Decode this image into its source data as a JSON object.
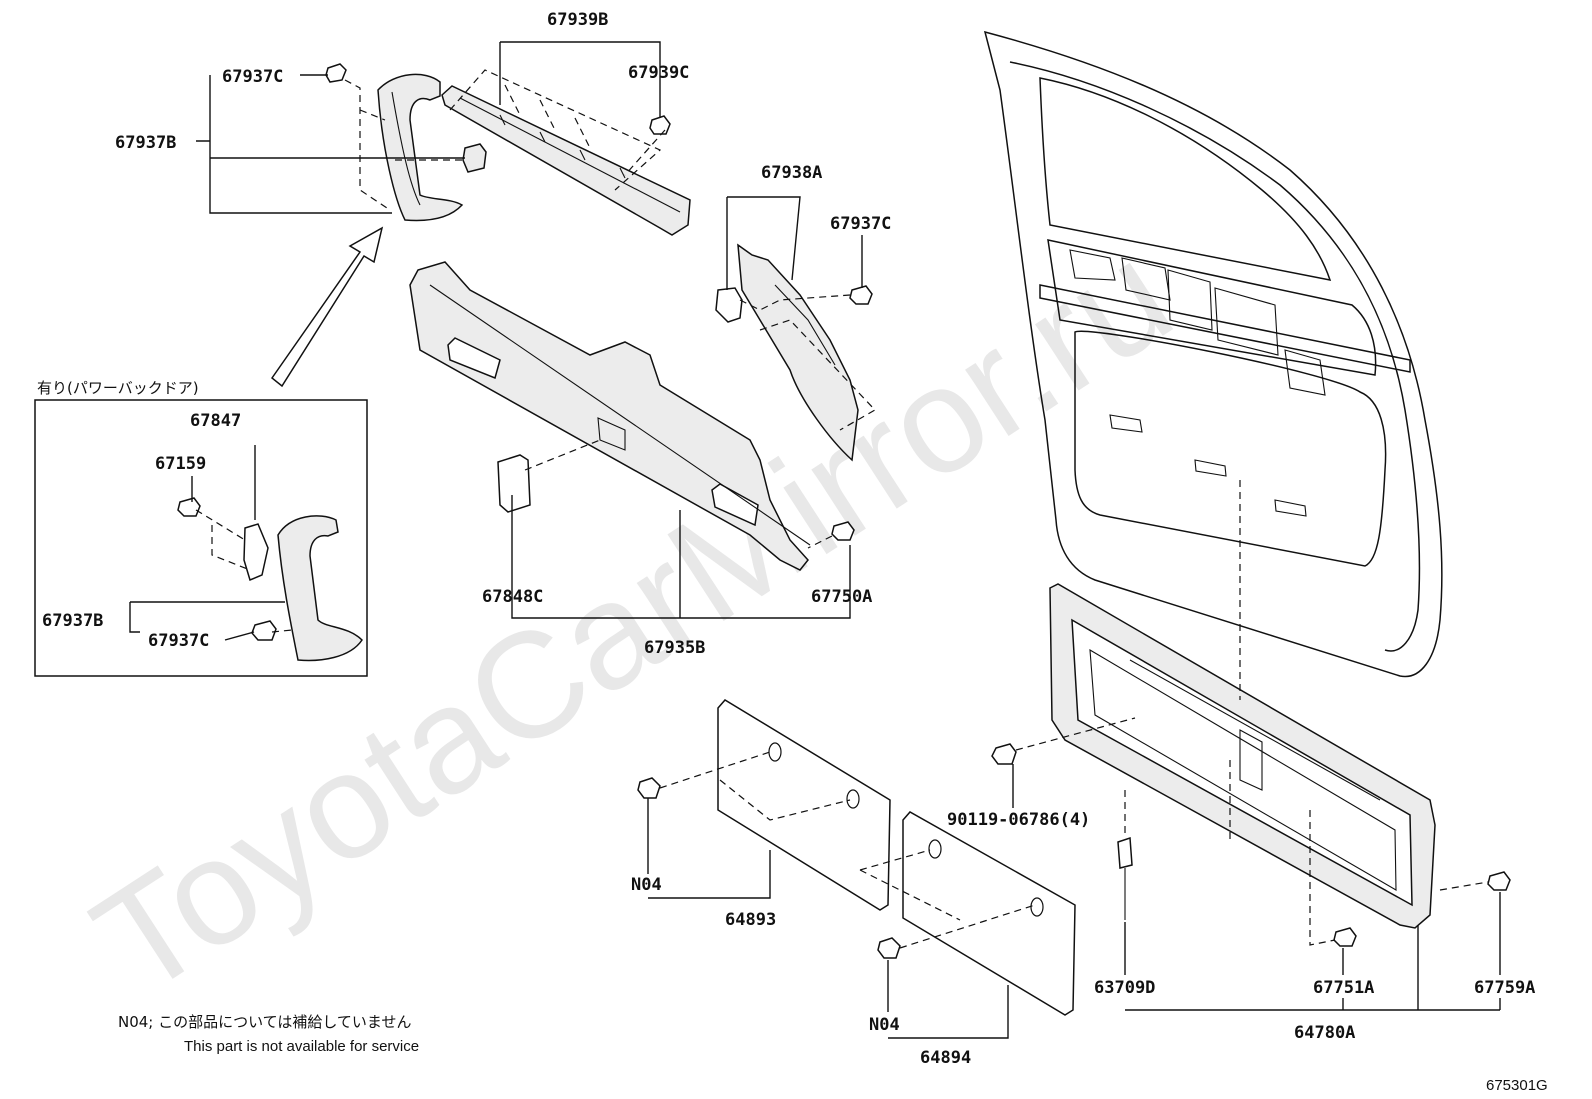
{
  "watermark": "ToyotaCarMirror.ru",
  "figure_code": "675301G",
  "inset": {
    "title": "有り(パワーバックドア)"
  },
  "note": {
    "line1": "N04; この部品については補給していません",
    "line2": "This part is not available for service"
  },
  "labels": {
    "p67939B": "67939B",
    "p67939C": "67939C",
    "p67937C_top": "67937C",
    "p67937B_top": "67937B",
    "p67938A": "67938A",
    "p67937C_mid": "67937C",
    "p67847": "67847",
    "p67159": "67159",
    "p67937B_inset": "67937B",
    "p67937C_inset": "67937C",
    "p67848C": "67848C",
    "p67750A": "67750A",
    "p67935B": "67935B",
    "p90119": "90119-06786(4)",
    "pN04_a": "N04",
    "p64893": "64893",
    "pN04_b": "N04",
    "p64894": "64894",
    "p63709D": "63709D",
    "p67751A": "67751A",
    "p67759A": "67759A",
    "p64780A": "64780A"
  }
}
